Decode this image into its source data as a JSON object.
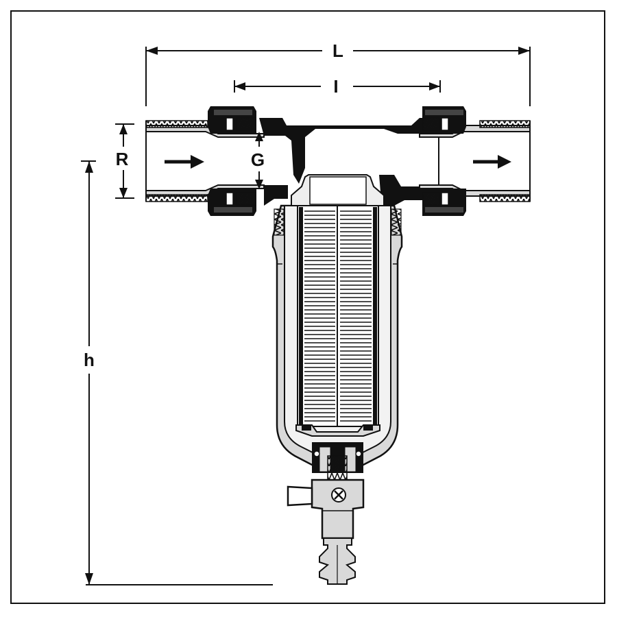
{
  "diagram": {
    "labels": {
      "L": "L",
      "I": "I",
      "R": "R",
      "G": "G",
      "h": "h"
    },
    "colors": {
      "ink": "#111111",
      "body_fill": "#d9d9d9",
      "inner_fill": "#f2f2f2",
      "background": "#ffffff"
    },
    "icons": [
      "flow-arrow-in-icon",
      "flow-arrow-out-icon",
      "screw-cross-icon"
    ]
  }
}
